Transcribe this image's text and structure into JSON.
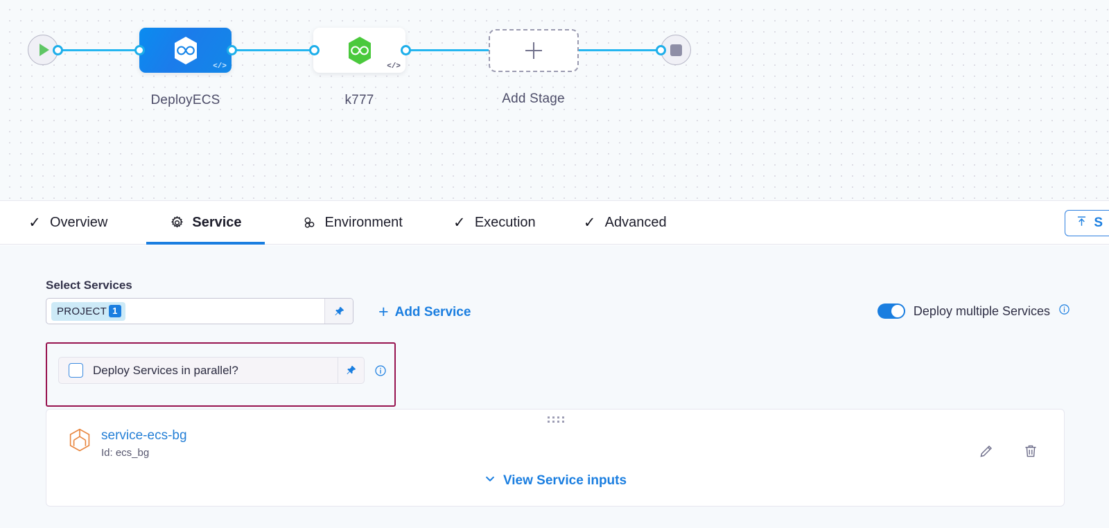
{
  "pipeline": {
    "start_node": "start-node",
    "end_node": "end-node",
    "stages": [
      {
        "label": "DeployECS",
        "type": "deployment",
        "color": "#0d86ef",
        "code_badge": "</>"
      },
      {
        "label": "k777",
        "type": "deployment",
        "color": "#ffffff",
        "code_badge": "</>"
      }
    ],
    "add_stage_label": "Add Stage"
  },
  "tabs": [
    {
      "label": "Overview",
      "icon": "check-icon",
      "active": false
    },
    {
      "label": "Service",
      "icon": "gear-icon",
      "active": true
    },
    {
      "label": "Environment",
      "icon": "cluster-icon",
      "active": false
    },
    {
      "label": "Execution",
      "icon": "check-icon",
      "active": false
    },
    {
      "label": "Advanced",
      "icon": "check-icon",
      "active": false
    }
  ],
  "toolbar": {
    "save_label": "S",
    "save_icon": "upload-to-top-icon"
  },
  "service_section": {
    "label": "Select Services",
    "field": {
      "chip_label": "PROJECT",
      "chip_count": "1",
      "pin_icon": "pin-icon"
    },
    "add_service_label": "Add Service",
    "toggle": {
      "label": "Deploy multiple Services",
      "state": "on",
      "info_icon": "info-icon"
    },
    "parallel": {
      "label": "Deploy Services in parallel?",
      "checked": false,
      "pin_icon": "pin-icon",
      "info_icon": "info-icon"
    },
    "service_card": {
      "name": "service-ecs-bg",
      "id_label": "Id: ecs_bg",
      "view_inputs_label": "View Service inputs",
      "edit_icon": "pencil-icon",
      "delete_icon": "trash-icon",
      "drag_icon": "drag-handle-icon"
    }
  },
  "colors": {
    "accent_blue": "#1a7ee0",
    "edge_blue": "#24b6f0",
    "stage_blue": "#0d86ef",
    "harness_green": "#4ac93c",
    "highlight_magenta": "#97134f",
    "service_orange": "#e8833a"
  }
}
